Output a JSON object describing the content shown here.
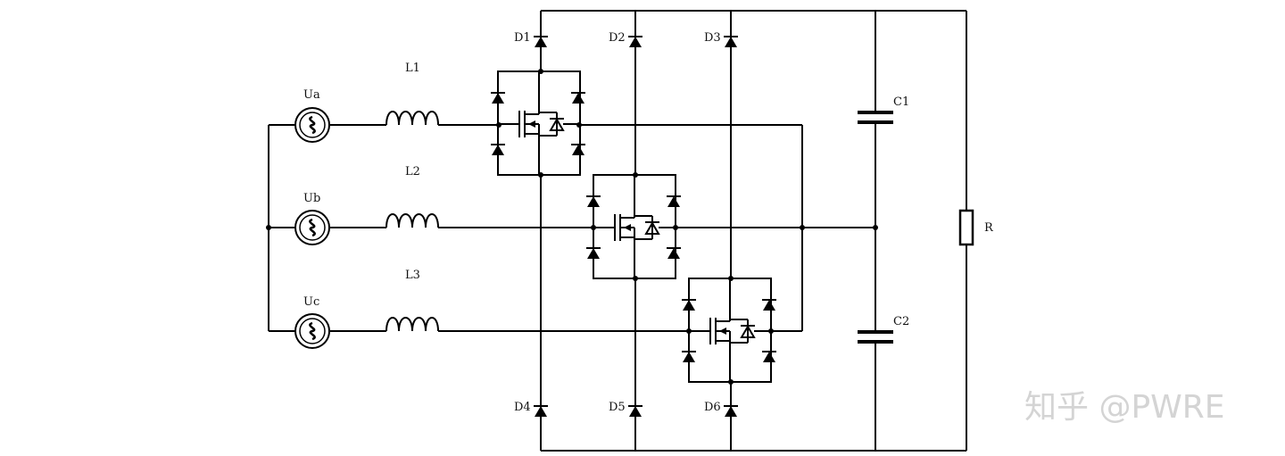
{
  "sources": [
    {
      "id": "ua",
      "label": "Ua"
    },
    {
      "id": "ub",
      "label": "Ub"
    },
    {
      "id": "uc",
      "label": "Uc"
    }
  ],
  "inductors": [
    {
      "id": "l1",
      "label": "L1"
    },
    {
      "id": "l2",
      "label": "L2"
    },
    {
      "id": "l3",
      "label": "L3"
    }
  ],
  "diodes": [
    {
      "id": "d1",
      "label": "D1"
    },
    {
      "id": "d2",
      "label": "D2"
    },
    {
      "id": "d3",
      "label": "D3"
    },
    {
      "id": "d4",
      "label": "D4"
    },
    {
      "id": "d5",
      "label": "D5"
    },
    {
      "id": "d6",
      "label": "D6"
    }
  ],
  "capacitors": [
    {
      "id": "c1",
      "label": "C1"
    },
    {
      "id": "c2",
      "label": "C2"
    }
  ],
  "resistor": {
    "label": "R"
  },
  "watermark": "知乎 @PWRE"
}
